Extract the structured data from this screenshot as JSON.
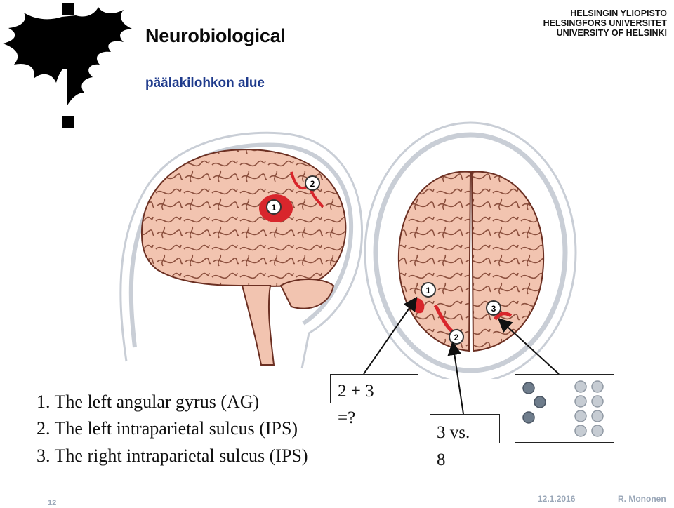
{
  "header": {
    "title": "Neurobiological",
    "subtitle": "päälakilohkon alue",
    "university": [
      "HELSINGIN YLIOPISTO",
      "HELSINGFORS UNIVERSITET",
      "UNIVERSITY OF HELSINKI"
    ]
  },
  "figure": {
    "markers": {
      "side": [
        "1",
        "2"
      ],
      "top": [
        "1",
        "2",
        "3"
      ]
    }
  },
  "list": {
    "items": [
      "1.  The left angular gyrus (AG)",
      "2.  The left intraparietal sulcus (IPS)",
      "3.  The right intraparietal sulcus (IPS)"
    ]
  },
  "annotations": {
    "sum_top": "2 + 3",
    "sum_bottom": "=?",
    "compare_line1": "3 vs.",
    "compare_line2": "8"
  },
  "dots": {
    "left_count": 3,
    "right_count": 8
  },
  "footer": {
    "page": "12",
    "date": "12.1.2016",
    "author": "R. Mononen"
  },
  "colors": {
    "brain": "#f2c4b0",
    "highlight": "#d8262c",
    "subtitle": "#1f3b8c",
    "footer": "#9aa7b8"
  }
}
